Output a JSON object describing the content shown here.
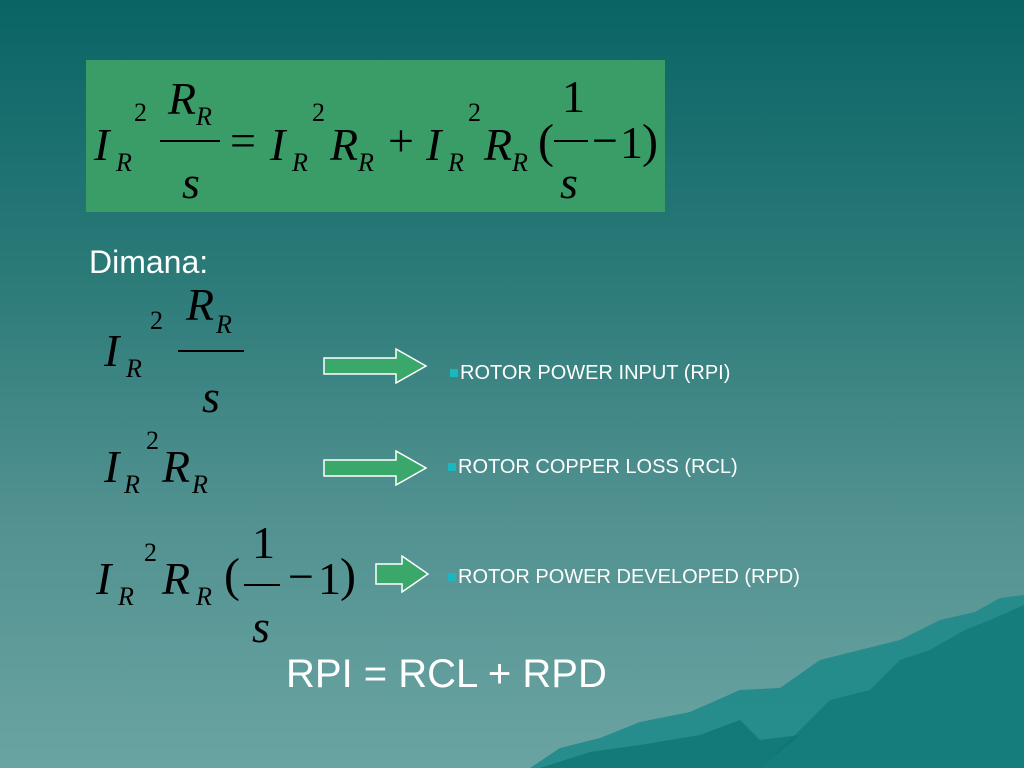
{
  "colors": {
    "background_top": "#0a6464",
    "background_bottom": "#6aa4a2",
    "equation_box": "#3a9c67",
    "arrow_fill": "#3aa86b",
    "bullet": "#1ab7c0"
  },
  "main_equation": {
    "I": "I",
    "R": "R",
    "two": "2",
    "s": "s",
    "one": "1",
    "equals": "=",
    "plus": "+",
    "minus": "−",
    "open_paren": "(",
    "close_paren": ")"
  },
  "dimana": "Dimana:",
  "items": [
    {
      "label": "ROTOR POWER INPUT (RPI)",
      "arrow_icon": "right-arrow-icon"
    },
    {
      "label": "ROTOR COPPER LOSS (RCL)",
      "arrow_icon": "right-arrow-icon"
    },
    {
      "label": "ROTOR POWER DEVELOPED (RPD)",
      "arrow_icon": "right-arrow-icon"
    }
  ],
  "summary": "RPI = RCL + RPD"
}
